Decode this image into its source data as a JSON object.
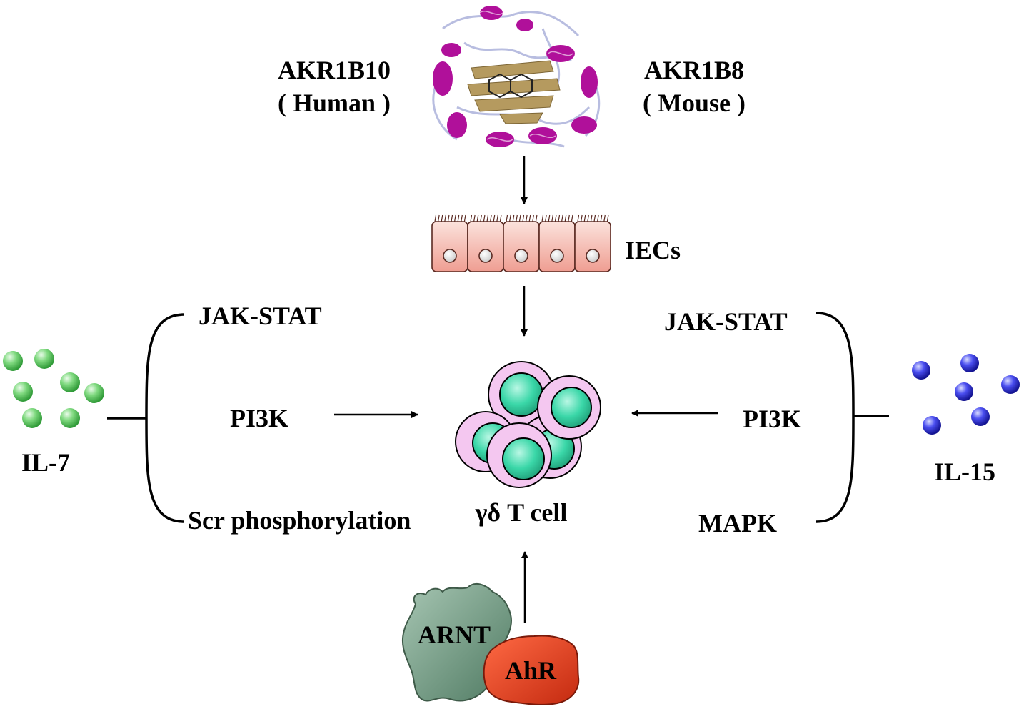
{
  "protein": {
    "human_name": "AKR1B10",
    "human_species": "( Human )",
    "mouse_name": "AKR1B8",
    "mouse_species": "( Mouse )"
  },
  "epithelium": {
    "label": "IECs"
  },
  "left_pathways": {
    "items": [
      "JAK-STAT",
      "PI3K",
      "Scr phosphorylation"
    ],
    "cytokine": "IL-7"
  },
  "right_pathways": {
    "items": [
      "JAK-STAT",
      "PI3K",
      "MAPK"
    ],
    "cytokine": "IL-15"
  },
  "center": {
    "cell_label": "γδ T cell"
  },
  "transcription": {
    "arnt": "ARNT",
    "ahr": "AhR"
  },
  "colors": {
    "helix": "#b0109a",
    "sheet": "#b59a5f",
    "loop": "#b8bde0",
    "iec_fill": "#f7c4bb",
    "il7": "#6fcf6f",
    "il15": "#2a2adf",
    "tcell_outer": "#f4c7f0",
    "tcell_inner": "#3ad7a8",
    "arnt": "#6f9a80",
    "ahr": "#e53b1e"
  }
}
